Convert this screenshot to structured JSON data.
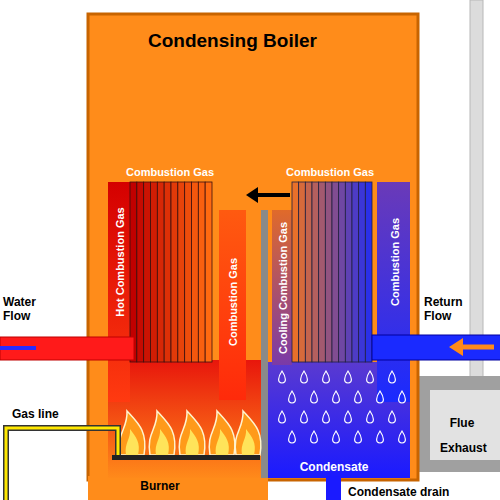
{
  "diagram": {
    "title": "Condensing Boiler",
    "labels": [
      "Combustion Gas",
      "Combustion Gas",
      "Hot Combustion Gas",
      "Combustion Gas",
      "Cooling Combustion Gas",
      "Combustion Gas",
      "Water Flow",
      "Return Flow",
      "Gas line",
      "Burner",
      "Condensate",
      "Condensate drain",
      "Flue",
      "Exhaust"
    ]
  }
}
